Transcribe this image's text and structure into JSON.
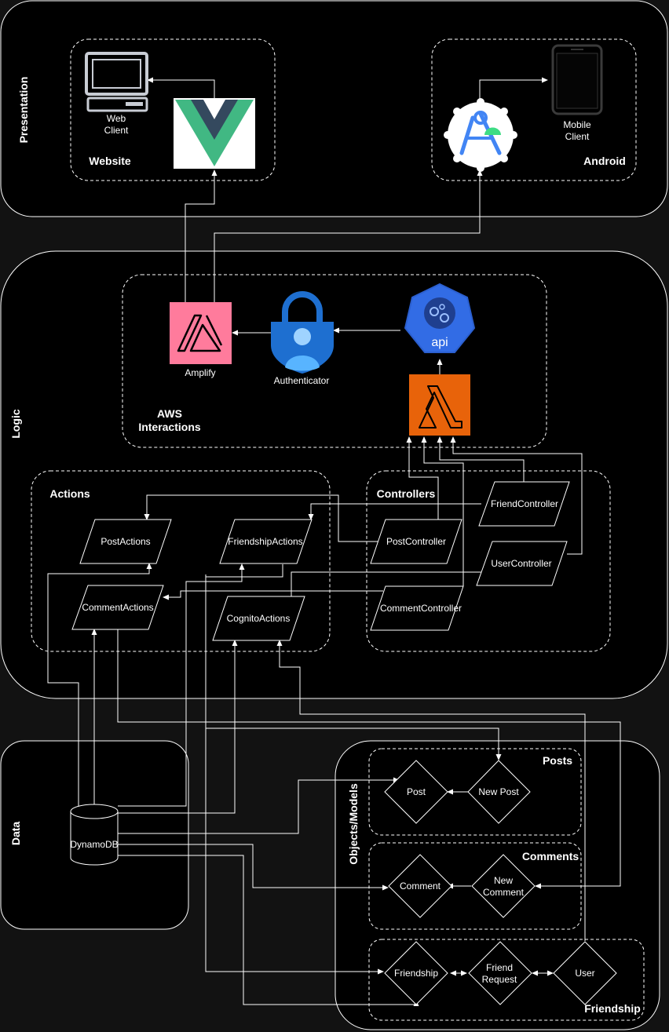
{
  "layers": {
    "presentation": "Presentation",
    "logic": "Logic",
    "data": "Data",
    "objects": "Objects/Models"
  },
  "groups": {
    "website": "Website",
    "android": "Android",
    "aws": [
      "AWS",
      "Interactions"
    ],
    "actions": "Actions",
    "controllers": "Controllers",
    "posts": "Posts",
    "comments": "Comments",
    "friendship": "Friendship"
  },
  "nodes": {
    "web_client": [
      "Web",
      "Client"
    ],
    "mobile_client": [
      "Mobile",
      "Client"
    ],
    "amplify": "Amplify",
    "authenticator": "Authenticator",
    "api": "api",
    "post_actions": "PostActions",
    "friendship_actions": "FriendshipActions",
    "comment_actions": "CommentActions",
    "cognito_actions": "CognitoActions",
    "post_controller": "PostController",
    "friend_controller": "FriendController",
    "user_controller": "UserController",
    "comment_controller": "CommentController",
    "dynamodb": "DynamoDB",
    "post": "Post",
    "new_post": "New Post",
    "comment": "Comment",
    "new_comment": [
      "New",
      "Comment"
    ],
    "friendship": "Friendship",
    "friend_request": [
      "Friend",
      "Request"
    ],
    "user": "User"
  },
  "colors": {
    "background": "#121212",
    "panel": "#000000",
    "line": "#ffffff",
    "vue_green": "#41b883",
    "vue_dark": "#34495e",
    "amplify_pink": "#ff7b9c",
    "lambda_orange": "#e8630a",
    "k8s_blue": "#326ce5",
    "auth_blue": "#1e6fd0"
  },
  "icons": [
    "monitor-icon",
    "vue-logo-icon",
    "smartphone-icon",
    "android-studio-icon",
    "amplify-icon",
    "authenticator-lock-icon",
    "kubernetes-api-icon",
    "lambda-icon",
    "database-icon"
  ]
}
